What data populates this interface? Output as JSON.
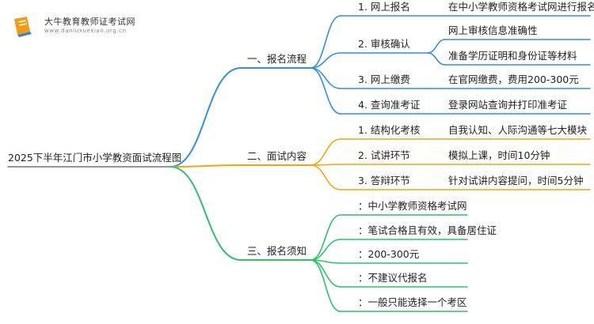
{
  "brand": {
    "title": "大牛教育教师证考试网",
    "url": "www.daniuxuexiao.org.cn"
  },
  "colors": {
    "branch1": "#2f8ef0",
    "branch2": "#f2a60d",
    "branch3": "#2cc36b",
    "root_line": "#555555",
    "logo_orange": "#f39c12",
    "logo_blue": "#3d7fd6"
  },
  "root": "2025下半年江门市小学教资面试流程图",
  "branches": [
    {
      "label": "一、报名流程",
      "items": [
        {
          "label": "1. 网上报名",
          "details": [
            "在中小学教师资格考试网进行报名"
          ]
        },
        {
          "label": "2. 审核确认",
          "details": [
            "网上审核信息准确性",
            "准备学历证明和身份证等材料"
          ]
        },
        {
          "label": "3. 网上缴费",
          "details": [
            "在官网缴费，费用200-300元"
          ]
        },
        {
          "label": "4. 查询准考证",
          "details": [
            "登录网站查询并打印准考证"
          ]
        }
      ]
    },
    {
      "label": "二、面试内容",
      "items": [
        {
          "label": "1. 结构化考核",
          "details": [
            "自我认知、人际沟通等七大模块"
          ]
        },
        {
          "label": "2. 试讲环节",
          "details": [
            "模拟上课，时间10分钟"
          ]
        },
        {
          "label": "3. 答辩环节",
          "details": [
            "针对试讲内容提问，时间5分钟"
          ]
        }
      ]
    },
    {
      "label": "三、报名须知",
      "items": [
        {
          "label": "：中小学教师资格考试网",
          "details": []
        },
        {
          "label": "：笔试合格且有效，具备居住证",
          "details": []
        },
        {
          "label": "：200-300元",
          "details": []
        },
        {
          "label": "：不建议代报名",
          "details": []
        },
        {
          "label": "：一般只能选择一个考区",
          "details": []
        }
      ]
    }
  ]
}
